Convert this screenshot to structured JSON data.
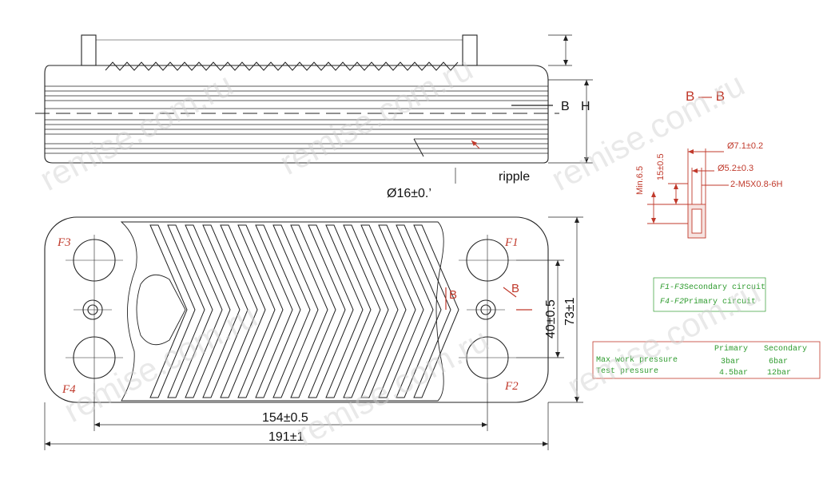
{
  "watermark": "remise.com.ru",
  "section_title": "B — B",
  "section_markers": {
    "b": "B",
    "h": "H"
  },
  "callouts": {
    "ripple": "ripple"
  },
  "dimensions": {
    "port_dia": "Ø16±0.’",
    "inner_dia": "Ø7.1±0.2",
    "bore_dia": "Ø5.2±0.3",
    "thread": "2-M5X0.8-6H",
    "depth": "15±0.5",
    "min_len": "Min.6.5",
    "port_spacing_v": "40±0.5",
    "plate_height": "73±1",
    "port_spacing_h": "154±0.5",
    "plate_length": "191±1"
  },
  "ports": {
    "f1": "F1",
    "f2": "F2",
    "f3": "F3",
    "f4": "F4"
  },
  "legend": {
    "secondary_key": "F1-F3",
    "secondary_label": "Secondary circuit",
    "primary_key": "F4-F2",
    "primary_label": "Primary circuit"
  },
  "spec_table": {
    "headers": [
      "Primary",
      "Secondary"
    ],
    "rows": [
      {
        "label": "Max work pressure",
        "primary": "3bar",
        "secondary": "6bar"
      },
      {
        "label": "Test pressure",
        "primary": "4.5bar",
        "secondary": "12bar"
      }
    ]
  },
  "colors": {
    "line": "#222222",
    "red": "#c0392b",
    "green": "#2e9b2e",
    "watermark": "#d0d0d0"
  }
}
